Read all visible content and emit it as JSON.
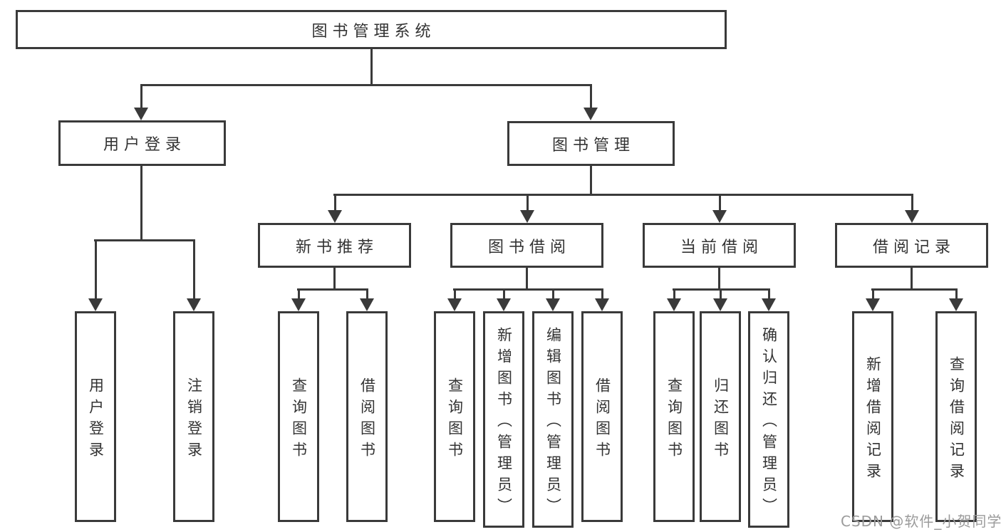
{
  "diagram": {
    "type": "tree",
    "root": {
      "label": "图书管理系统"
    },
    "branches": [
      {
        "label": "用户登录",
        "children": [
          {
            "label": "用户登录"
          },
          {
            "label": "注销登录"
          }
        ]
      },
      {
        "label": "图书管理",
        "children": [
          {
            "label": "新书推荐",
            "children": [
              {
                "label": "查询图书"
              },
              {
                "label": "借阅图书"
              }
            ]
          },
          {
            "label": "图书借阅",
            "children": [
              {
                "label": "查询图书"
              },
              {
                "label": "新增图书（管理员）"
              },
              {
                "label": "编辑图书（管理员）"
              },
              {
                "label": "借阅图书"
              }
            ]
          },
          {
            "label": "当前借阅",
            "children": [
              {
                "label": "查询图书"
              },
              {
                "label": "归还图书"
              },
              {
                "label": "确认归还（管理员）"
              }
            ]
          },
          {
            "label": "借阅记录",
            "children": [
              {
                "label": "新增借阅记录"
              },
              {
                "label": "查询借阅记录"
              }
            ]
          }
        ]
      }
    ],
    "watermark": "CSDN @软件_小贺同学",
    "colors": {
      "line": "#3a3a3a",
      "text": "#333333",
      "watermark": "#9b9b9b",
      "background": "#ffffff"
    }
  }
}
